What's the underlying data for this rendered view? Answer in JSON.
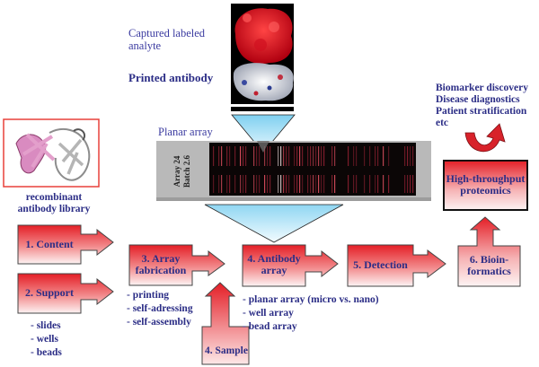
{
  "protein_panel": {
    "label_captured": "Captured labeled analyte",
    "label_printed": "Printed antibody"
  },
  "library": {
    "caption_line1": "recombinant",
    "caption_line2": "antibody library"
  },
  "planar_array": {
    "title": "Planar array",
    "slide_label_line1": "Array  24",
    "slide_label_line2": "Batch 2.6"
  },
  "outcomes": {
    "items": [
      "Biomarker discovery",
      "Disease diagnostics",
      "Patient stratification",
      "etc"
    ]
  },
  "high_throughput": {
    "line1": "High-throughput",
    "line2": "proteomics"
  },
  "steps": {
    "content": "1. Content",
    "support": "2. Support",
    "fabrication_line1": "3. Array",
    "fabrication_line2": "fabrication",
    "antibody_line1": "4. Antibody",
    "antibody_line2": "array",
    "sample": "4. Sample",
    "detection": "5. Detection",
    "bioinformatics_line1": "6. Bioin-",
    "bioinformatics_line2": "formatics"
  },
  "support_list": [
    "- slides",
    "- wells",
    "- beads"
  ],
  "fabrication_list": [
    "- printing",
    "- self-adressing",
    "- self-assembly"
  ],
  "antibody_array_list": [
    "- planar array (micro vs. nano)",
    "- well array",
    "- bead array"
  ],
  "colors": {
    "text_navy": "#2b2d86",
    "box_red": "#e8212a",
    "box_light": "#fdf0f0",
    "funnel_blue": "#9fdcf3",
    "library_border": "#e8403a"
  }
}
